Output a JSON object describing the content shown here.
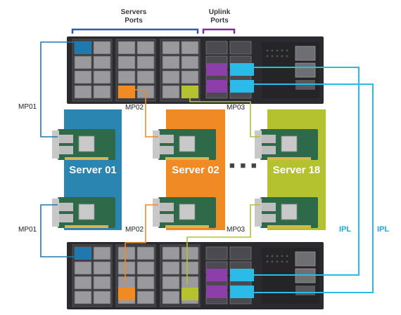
{
  "headers": {
    "servers_ports": [
      "Servers",
      "Ports"
    ],
    "uplink_ports": [
      "Uplink",
      "Ports"
    ]
  },
  "servers": [
    {
      "name": "Server 01",
      "color": "#2a86b0"
    },
    {
      "name": "Server 02",
      "color": "#f08a24"
    },
    {
      "name": "Server 18",
      "color": "#b5c230"
    }
  ],
  "port_labels": {
    "top": [
      "MP01",
      "MP02",
      "MP03"
    ],
    "bottom": [
      "MP01",
      "MP02",
      "MP03"
    ]
  },
  "ellipsis": "■ ■ ■",
  "ipl_labels": [
    "IPL",
    "IPL"
  ],
  "colors": {
    "switch_body": "#2b2b2f",
    "uplink_purple": "#8c3fa8",
    "ipl_cyan": "#2bbbe8",
    "bracket_blue": "#2a5fb0",
    "bracket_purple": "#7b2fa0",
    "nic_green": "#2e6a4a"
  }
}
